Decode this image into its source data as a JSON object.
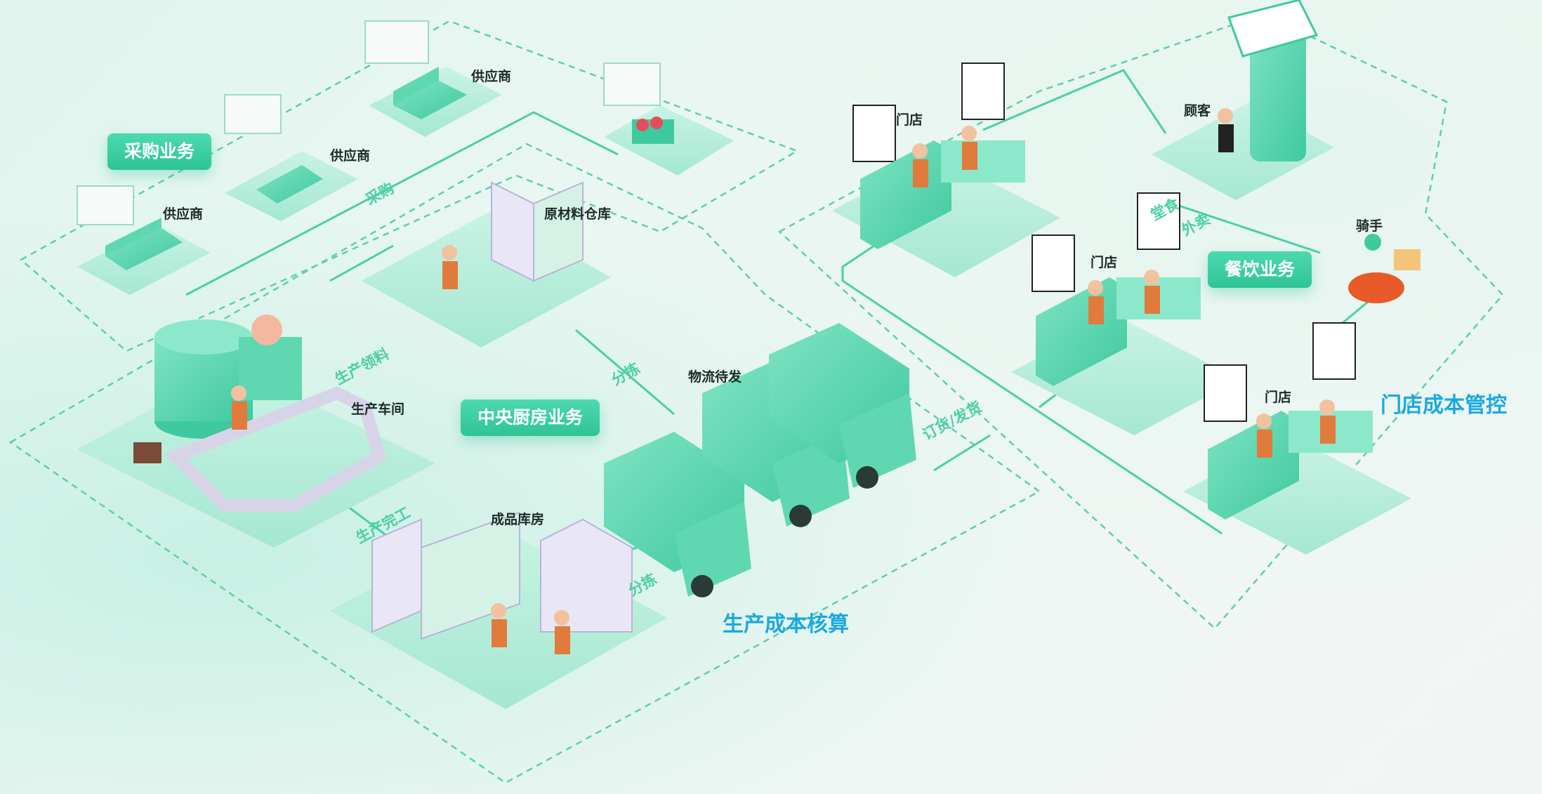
{
  "colors": {
    "accent": "#2ec495",
    "accent_light": "#7be3c2",
    "dashed_line": "#5fcfa8",
    "cost_text": "#1aa9e0",
    "label_text": "#1d2b27"
  },
  "sections": {
    "procurement": "采购业务",
    "central_kitchen": "中央厨房业务",
    "catering": "餐饮业务"
  },
  "nodes": {
    "supplier_1": "供应商",
    "supplier_2": "供应商",
    "supplier_3": "供应商",
    "raw_warehouse": "原材料仓库",
    "workshop": "生产车间",
    "finished_warehouse": "成品库房",
    "logistics": "物流待发",
    "store_1": "门店",
    "store_2": "门店",
    "store_3": "门店",
    "customer": "顾客",
    "rider": "骑手"
  },
  "flows": {
    "purchase": "采购",
    "material_pick": "生产领料",
    "production_done": "生产完工",
    "sort_1": "分拣",
    "sort_2": "分拣",
    "order_ship": "订货/发货",
    "dine_in": "堂食",
    "takeout": "外卖"
  },
  "cost_labels": {
    "production": "生产成本核算",
    "store": "门店成本管控"
  }
}
